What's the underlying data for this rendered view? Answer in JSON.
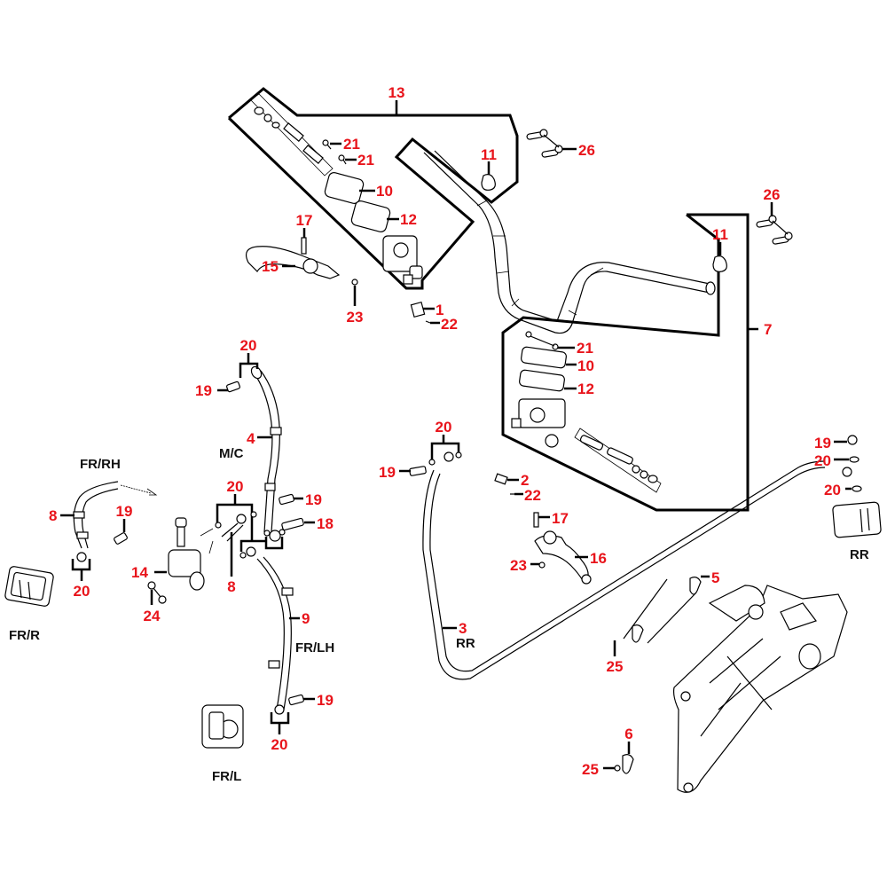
{
  "diagram": {
    "title": "Handlebar, brake master cylinders and brake hoses exploded parts diagram",
    "accent_color": "#e8141b",
    "callouts": {
      "c13": "13",
      "c21a": "21",
      "c21b": "21",
      "c10a": "10",
      "c12a": "12",
      "c11a": "11",
      "c26a": "26",
      "c17a": "17",
      "c15": "15",
      "c23a": "23",
      "c1": "1",
      "c22a": "22",
      "c26b": "26",
      "c11b": "11",
      "c7": "7",
      "c21c": "21",
      "c10b": "10",
      "c12b": "12",
      "c20a": "20",
      "c19a": "19",
      "c4": "4",
      "c20b": "20",
      "c19b": "19",
      "c18": "18",
      "c8a": "8",
      "c19c": "19",
      "c20c": "20",
      "c14": "14",
      "c24": "24",
      "c8b": "8",
      "c9": "9",
      "c19d": "19",
      "c20d": "20",
      "c20e": "20",
      "c19e": "19",
      "c3": "3",
      "c2": "2",
      "c22b": "22",
      "c17b": "17",
      "c16": "16",
      "c23b": "23",
      "c19f": "19",
      "c20f": "20",
      "c20g": "20",
      "c5": "5",
      "c25a": "25",
      "c6": "6",
      "c25b": "25"
    },
    "location_labels": {
      "mc": "M/C",
      "fr_rh": "FR/RH",
      "fr_r": "FR/R",
      "fr_lh": "FR/LH",
      "fr_l": "FR/L",
      "rr_hose": "RR",
      "rr_caliper": "RR"
    }
  }
}
